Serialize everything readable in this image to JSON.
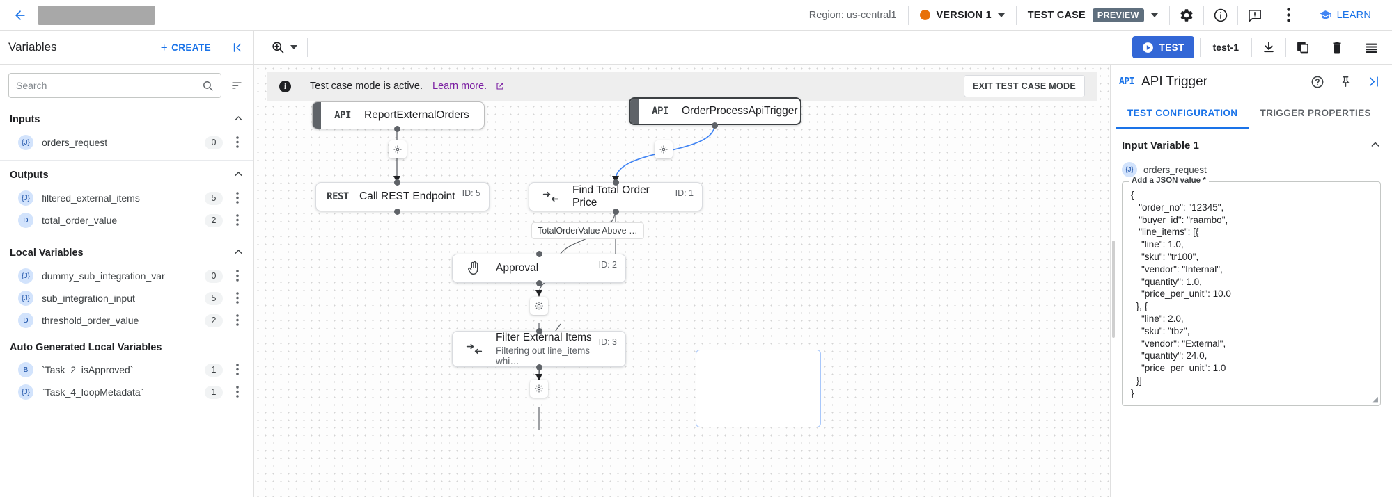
{
  "topbar": {
    "back_icon": "arrow-left-icon",
    "region": "Region: us-central1",
    "version": "VERSION 1",
    "test_case_label": "TEST CASE",
    "preview_badge": "PREVIEW",
    "icons": [
      "gear-icon",
      "info-icon",
      "feedback-icon",
      "more-vert-icon"
    ],
    "learn": "LEARN"
  },
  "subbar": {
    "panel_title": "Variables",
    "create_label": "CREATE",
    "collapse_icon": "collapse-left-icon",
    "zoom_icon": "zoom-in-icon",
    "test_label": "TEST",
    "test_name": "test-1",
    "icons": [
      "download-icon",
      "copy-icon",
      "delete-icon",
      "list-icon"
    ]
  },
  "sidebar": {
    "search": {
      "value": "",
      "placeholder": "Search"
    },
    "sort_icon": "sort-icon",
    "groups": [
      {
        "title": "Inputs",
        "items": [
          {
            "badge": "{J}",
            "name": "orders_request",
            "count": "0"
          }
        ]
      },
      {
        "title": "Outputs",
        "items": [
          {
            "badge": "{J}",
            "name": "filtered_external_items",
            "count": "5"
          },
          {
            "badge": "D",
            "name": "total_order_value",
            "count": "2"
          }
        ]
      },
      {
        "title": "Local Variables",
        "items": [
          {
            "badge": "{J}",
            "name": "dummy_sub_integration_var",
            "count": "0"
          },
          {
            "badge": "{J}",
            "name": "sub_integration_input",
            "count": "5"
          },
          {
            "badge": "D",
            "name": "threshold_order_value",
            "count": "2"
          }
        ]
      },
      {
        "title": "Auto Generated Local Variables",
        "items": [
          {
            "badge": "B",
            "name": "`Task_2_isApproved`",
            "count": "1"
          },
          {
            "badge": "{J}",
            "name": "`Task_4_loopMetadata`",
            "count": "1"
          }
        ]
      }
    ]
  },
  "canvas": {
    "banner": {
      "text": "Test case mode is active.",
      "link": "Learn more.",
      "exit_label": "EXIT TEST CASE MODE"
    },
    "nodes": [
      {
        "icon_text": "API",
        "title": "ReportExternalOrders",
        "subtitle": "",
        "id_label": ""
      },
      {
        "icon_text": "API",
        "title": "OrderProcessApiTrigger",
        "subtitle": "",
        "id_label": ""
      },
      {
        "icon_text": "REST",
        "title": "Call REST Endpoint",
        "subtitle": "",
        "id_label": "ID: 5"
      },
      {
        "icon_text": "mapping-icon",
        "title": "Find Total Order Price",
        "subtitle": "",
        "id_label": "ID: 1"
      },
      {
        "icon_text": "hand-icon",
        "title": "Approval",
        "subtitle": "",
        "id_label": "ID: 2"
      },
      {
        "icon_text": "mapping-icon",
        "title": "Filter External Items",
        "subtitle": "Filtering out line_items whi…",
        "id_label": "ID: 3"
      }
    ],
    "edge_label": "TotalOrderValue Above …"
  },
  "rightpanel": {
    "api_tag": "API",
    "title": "API Trigger",
    "icons": [
      "help-icon",
      "pin-icon",
      "collapse-right-icon"
    ],
    "tabs": [
      {
        "label": "TEST CONFIGURATION",
        "active": true
      },
      {
        "label": "TRIGGER PROPERTIES",
        "active": false
      }
    ],
    "section_title": "Input Variable 1",
    "variable": {
      "badge": "{J}",
      "name": "orders_request"
    },
    "json_legend": "Add a JSON value *",
    "json_value": "{\n   \"order_no\": \"12345\",\n   \"buyer_id\": \"raambo\",\n   \"line_items\": [{\n    \"line\": 1.0,\n    \"sku\": \"tr100\",\n    \"vendor\": \"Internal\",\n    \"quantity\": 1.0,\n    \"price_per_unit\": 10.0\n  }, {\n    \"line\": 2.0,\n    \"sku\": \"tbz\",\n    \"vendor\": \"External\",\n    \"quantity\": 24.0,\n    \"price_per_unit\": 1.0\n  }]\n}"
  },
  "colors": {
    "accent_blue": "#1a73e8",
    "test_button": "#3367d6",
    "version_dot": "#e8710a",
    "preview_badge": "#5f6f7e",
    "link_purple": "#7b1fa2"
  }
}
